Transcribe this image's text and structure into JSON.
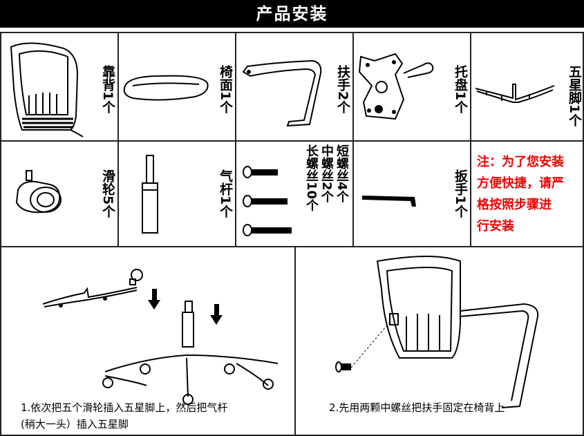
{
  "header": {
    "title": "产品安装"
  },
  "parts": [
    {
      "name": "靠背",
      "qty": "1个"
    },
    {
      "name": "椅面",
      "qty": "1个"
    },
    {
      "name": "扶手",
      "qty": "2个"
    },
    {
      "name": "托盘",
      "qty": "1个"
    },
    {
      "name": "五星脚",
      "qty": "1个"
    },
    {
      "name": "滑轮",
      "qty": "5个"
    },
    {
      "name": "气杆",
      "qty": "1个"
    },
    {
      "name": "扳手",
      "qty": "1个"
    }
  ],
  "screws": [
    {
      "label": "短螺丝",
      "qty": "4个"
    },
    {
      "label": "中螺丝",
      "qty": "2个"
    },
    {
      "label": "长螺丝",
      "qty": "10个"
    }
  ],
  "note": {
    "lines": [
      "注：为了您安装",
      "方便快捷，请严",
      "格按照步骤进",
      "行安装"
    ]
  },
  "steps": [
    {
      "line1": "1.依次把五个滑轮插入五星脚上，然后把气杆",
      "line2": "(稍大一头）插入五星脚"
    },
    {
      "line1": "2.先用两颗中螺丝把扶手固定在椅背上",
      "line2": ""
    }
  ]
}
